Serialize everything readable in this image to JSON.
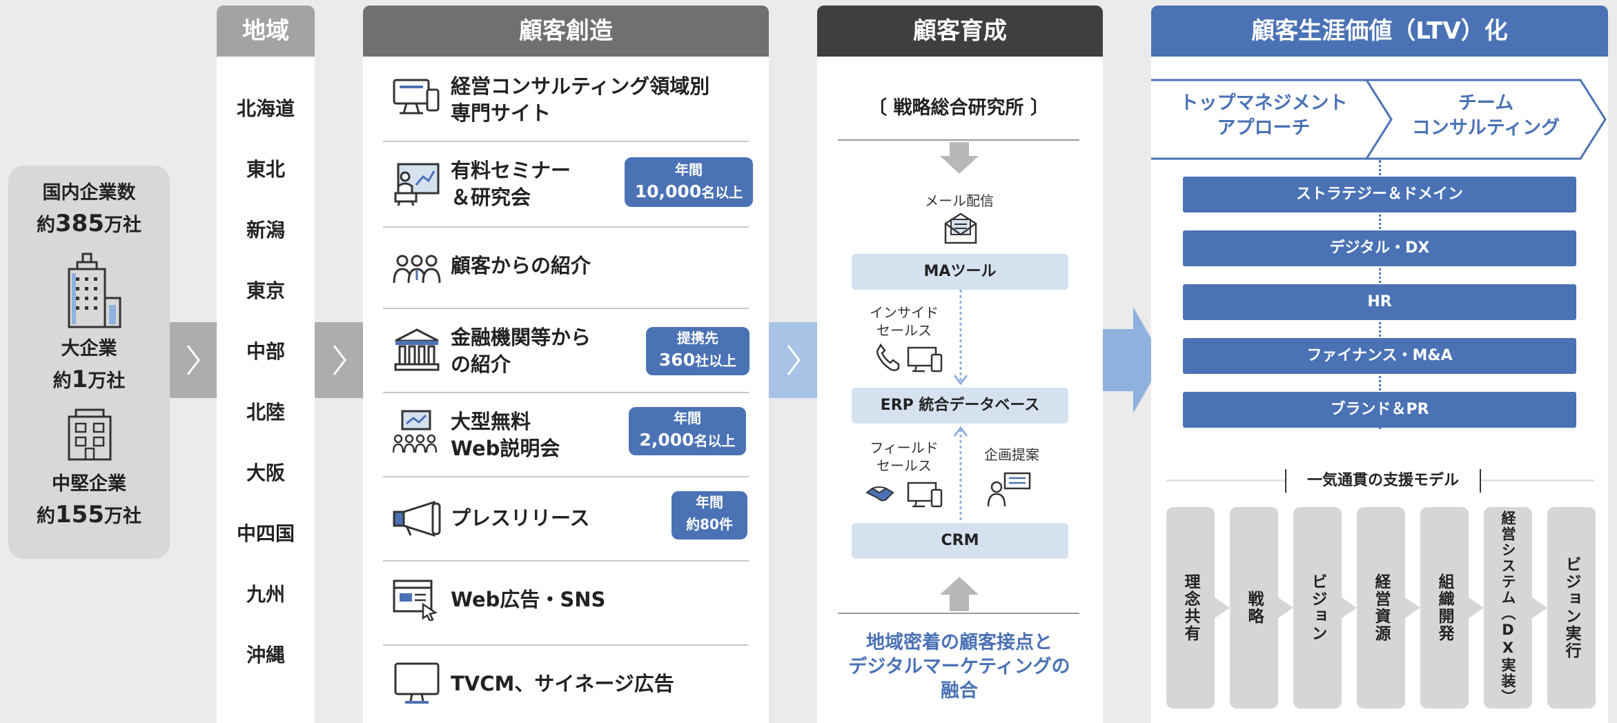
{
  "colors": {
    "accent": "#4a72b5",
    "light_blue": "#d6e1f0",
    "arrow_blue": "#8fb1de",
    "gray_header": "#a3a3a3",
    "dark_header": "#3f3f3f"
  },
  "stats": {
    "domestic_label": "国内企業数",
    "domestic_pre": "約",
    "domestic_num": "385",
    "domestic_unit": "万社",
    "large_label": "大企業",
    "large_pre": "約",
    "large_num": "1",
    "large_unit": "万社",
    "mid_label": "中堅企業",
    "mid_pre": "約",
    "mid_num": "155",
    "mid_unit": "万社"
  },
  "region": {
    "title": "地域",
    "items": [
      "北海道",
      "東北",
      "新潟",
      "東京",
      "中部",
      "北陸",
      "大阪",
      "中四国",
      "九州",
      "沖縄"
    ]
  },
  "creation": {
    "title": "顧客創造",
    "rows": [
      {
        "icon": "devices-icon",
        "text1": "経営コンサルティング領域別",
        "text2": "専門サイト"
      },
      {
        "icon": "seminar-icon",
        "text1": "有料セミナー",
        "text2": "＆研究会",
        "badge1": "年間",
        "badge2a": "10,000",
        "badge2b": "名以上"
      },
      {
        "icon": "people-icon",
        "text1": "顧客からの紹介",
        "text2": ""
      },
      {
        "icon": "bank-icon",
        "text1": "金融機関等から",
        "text2": "の紹介",
        "badge1": "提携先",
        "badge2a": "360",
        "badge2b": "社以上"
      },
      {
        "icon": "webinar-icon",
        "text1": "大型無料",
        "text2": "Web説明会",
        "badge1": "年間",
        "badge2a": "2,000",
        "badge2b": "名以上"
      },
      {
        "icon": "megaphone-icon",
        "text1": "プレスリリース",
        "text2": "",
        "badge1": "年間",
        "badge2a": "約80",
        "badge2b": "件"
      },
      {
        "icon": "web-ad-icon",
        "text1": "Web広告・SNS",
        "text2": ""
      },
      {
        "icon": "monitor-icon",
        "text1": "TVCM、サイネージ広告",
        "text2": ""
      }
    ]
  },
  "nurture": {
    "title": "顧客育成",
    "institute": "戦略総合研究所",
    "mail": "メール配信",
    "ma": "MAツール",
    "inside1": "インサイド",
    "inside2": "セールス",
    "erp": "ERP 統合データベース",
    "field1": "フィールド",
    "field2": "セールス",
    "proposal": "企画提案",
    "crm": "CRM",
    "bottom1": "地域密着の顧客接点と",
    "bottom2": "デジタルマーケティングの",
    "bottom3": "融合"
  },
  "ltv": {
    "title": "顧客生涯価値（LTV）化",
    "top_left1": "トップマネジメント",
    "top_left2": "アプローチ",
    "top_right1": "チーム",
    "top_right2": "コンサルティング",
    "bars": [
      "ストラテジー＆ドメイン",
      "デジタル・DX",
      "HR",
      "ファイナンス・M&A",
      "ブランド＆PR"
    ],
    "model_title": "一気通貫の支援モデル",
    "steps": [
      "理念共有",
      "戦略",
      "ビジョン",
      "経営資源",
      "組織開発",
      "経営システム（DX実装）",
      "ビジョン実行"
    ]
  }
}
